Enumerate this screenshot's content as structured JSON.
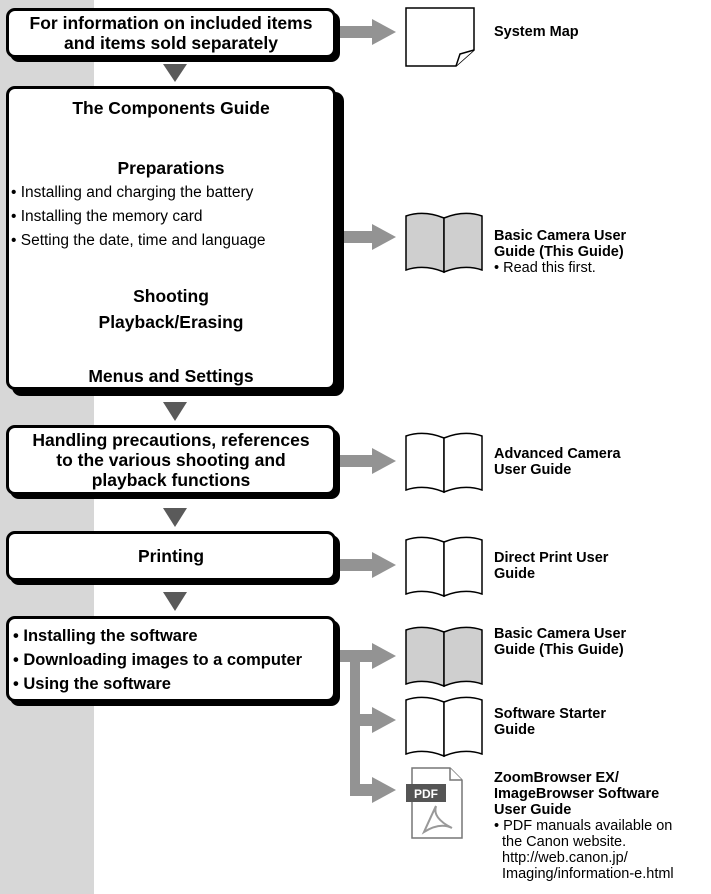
{
  "step1": {
    "line1": "For information on included items",
    "line2": "and items sold separately"
  },
  "guide_box": {
    "title": "The Components Guide",
    "prep_title": "Preparations",
    "prep_items": [
      "• Installing and charging the battery",
      "• Installing the memory card",
      "• Setting the date, time and language"
    ],
    "shooting": "Shooting",
    "playback": "Playback/Erasing",
    "menus": "Menus and Settings"
  },
  "step3": {
    "line1": "Handling precautions, references",
    "line2": "to the various shooting and",
    "line3": "playback functions"
  },
  "step4": {
    "label": "Printing"
  },
  "step5": {
    "items": [
      "• Installing the software",
      "• Downloading images to a computer",
      "• Using the software"
    ]
  },
  "manuals": {
    "system_map": "System Map",
    "basic_1_line1": "Basic Camera User",
    "basic_1_line2": "Guide (This Guide)",
    "basic_1_note": "• Read this first.",
    "advanced_line1": "Advanced Camera",
    "advanced_line2": "User Guide",
    "direct_line1": "Direct Print User",
    "direct_line2": "Guide",
    "basic_2_line1": "Basic Camera User",
    "basic_2_line2": "Guide (This Guide)",
    "software_line1": "Software Starter",
    "software_line2": "Guide",
    "zoom_line1": "ZoomBrowser EX/",
    "zoom_line2": "ImageBrowser Software",
    "zoom_line3": "User Guide",
    "zoom_note1": "• PDF manuals available on",
    "zoom_note2": "the Canon website.",
    "zoom_note3": "http://web.canon.jp/",
    "zoom_note4": "Imaging/information-e.html"
  },
  "pdf_icon_text": "PDF",
  "colors": {
    "sidebar": "#d7d7d7",
    "arrow": "#939393",
    "triangle": "#5a5a5a",
    "book_fill_gray": "#cfcfcf"
  }
}
